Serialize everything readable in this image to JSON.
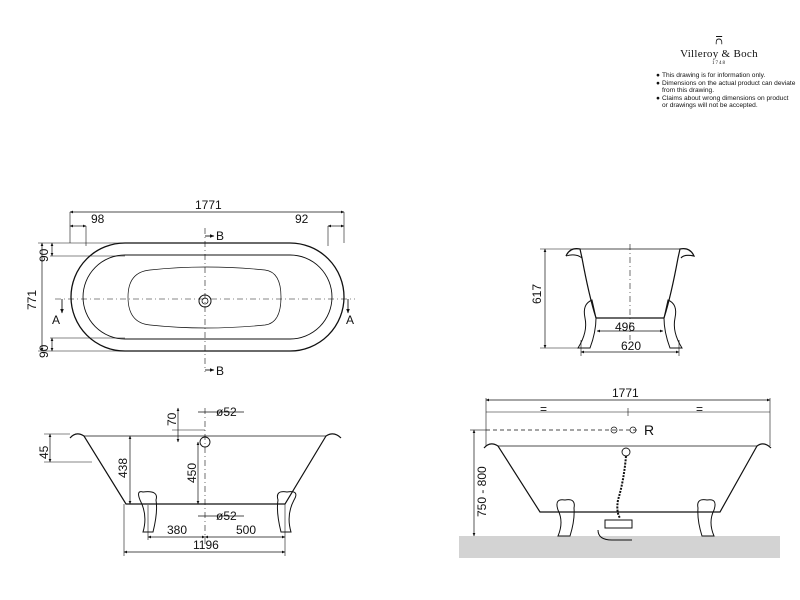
{
  "brand": {
    "name": "Villeroy & Boch",
    "year": "1748",
    "notes": [
      "This drawing is for information only.",
      "Dimensions on the actual product can deviate from this drawing.",
      "Claims about wrong dimensions on product or drawings will not be accepted."
    ]
  },
  "plan_view": {
    "overall_length": "1771",
    "rim_left": "98",
    "rim_right": "92",
    "overall_width": "771",
    "rim_top": "90",
    "rim_bottom": "90",
    "section_a": "A",
    "section_b": "B"
  },
  "side_view": {
    "rim_height": "45",
    "inner_depth": "438",
    "overflow_offset": "70",
    "overflow_dia": "ø52",
    "outlet_height": "450",
    "outlet_dia": "ø52",
    "leg_to_outlet": "380",
    "outlet_to_leg": "500",
    "leg_span": "1196"
  },
  "end_view": {
    "height": "617",
    "inner_leg_span": "496",
    "outer_leg_span": "620"
  },
  "install_view": {
    "overall_length": "1771",
    "equal_left": "=",
    "equal_right": "=",
    "height_range": "750 - 800",
    "r_label": "R"
  }
}
